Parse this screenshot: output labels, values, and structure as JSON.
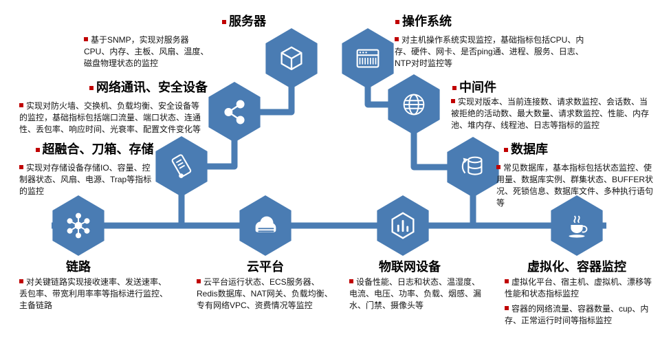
{
  "colors": {
    "node_blue": "#4a7cb3",
    "bullet_red": "#c00000",
    "text_dark": "#141414"
  },
  "nodes": {
    "server": {
      "title": "服务器",
      "icon": "cube-3d-icon",
      "desc": "基于SNMP，实现对服务器CPU、内存、主板、风扇、温度、磁盘物理状态的监控"
    },
    "os": {
      "title": "操作系统",
      "icon": "server-rack-icon",
      "desc": "对主机操作系统实现监控，基础指标包括CPU、内存、硬件、网卡、是否ping通、进程、服务、日志、NTP对时监控等"
    },
    "network": {
      "title": "网络通讯、安全设备",
      "icon": "share-nodes-icon",
      "desc": "实现对防火墙、交换机、负载均衡、安全设备等的监控，基础指标包括端口流量、端口状态、连通性、丢包率、响应时间、光衰率、配置文件变化等"
    },
    "middleware": {
      "title": "中间件",
      "icon": "globe-icon",
      "desc": "实现对版本、当前连接数、请求数监控、会话数、当被拒绝的活动数、最大数量、请求数监控、性能、内存池、堆内存、线程池、日志等指标的监控"
    },
    "storage": {
      "title": "超融合、刀箱、存储",
      "icon": "scroll-icon",
      "desc": "实现对存储设备存储IO、容量、控制器状态、风扇、电源、Trap等指标的监控"
    },
    "database": {
      "title": "数据库",
      "icon": "database-icon",
      "desc": "常见数据库，基本指标包括状态监控、使用量、数据库实例、群集状态、BUFFER状况、死锁信息、数据库文件、多种执行语句等"
    },
    "link": {
      "title": "链路",
      "icon": "hub-icon",
      "desc": "对关键链路实现接收速率、发送速率、丢包率、带宽利用率率等指标进行监控、主备链路"
    },
    "cloud": {
      "title": "云平台",
      "icon": "cloud-server-icon",
      "desc": "云平台运行状态、ECS服务器、Redis数据库、NAT网关、负载均衡、专有网络VPC、资费情况等监控"
    },
    "iot": {
      "title": "物联网设备",
      "icon": "iot-hexagon-icon",
      "desc": "设备性能、日志和状态、温湿度、电流、电压、功率、负载、烟感、漏水、门禁、摄像头等"
    },
    "virtualization": {
      "title": "虚拟化、容器监控",
      "icon": "java-cup-icon",
      "desc1": "虚拟化平台、宿主机、虚拟机、漂移等性能和状态指标监控",
      "desc2": "容器的网络流量、容器数量、cup、内存、正常运行时间等指标监控"
    }
  }
}
